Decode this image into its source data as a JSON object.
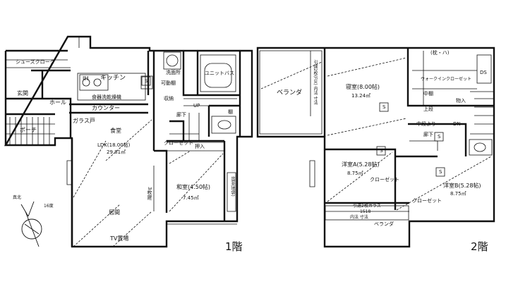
{
  "floor1": {
    "label": "1階",
    "rooms": {
      "shoes_closet": "シューズクローク",
      "entrance": "玄関",
      "hall": "ホール",
      "porch": "ポーチ",
      "kitchen": "キッチン",
      "ih": "IH",
      "range_hood": "食器洗乾燥機",
      "counter": "カウンター",
      "glass_door": "ガラス戸",
      "dining": "食堂",
      "ldk": "LDK(18.00帖)",
      "ldk_area": "29.81㎡",
      "closet": "クローゼット",
      "living": "居間",
      "tv": "TV置場",
      "japanese": "和室(4.50帖)",
      "japanese_area": "7.45㎡",
      "oshiire": "押入",
      "three_sliding": "3枚建",
      "washroom": "洗面所",
      "washer": "可動棚",
      "storage": "収納",
      "unit_bath": "ユニットバス",
      "corridor": "廊下",
      "up": "UP",
      "stairs_small": "棚",
      "japanese_side": "出窓(地袋)"
    },
    "compass": {
      "north": "真北",
      "deg": "16度"
    }
  },
  "floor2": {
    "label": "2階",
    "rooms": {
      "veranda": "ベランダ",
      "veranda_note": "引違2枚(FIX) 内法 寸法",
      "master": "寝室(8.00帖)",
      "master_area": "13.24㎡",
      "walkin": "ウォークインクローゼット",
      "fb": "(枕・ハ)",
      "ds": "DS",
      "shelf_mid": "中棚",
      "shelf_top": "上段",
      "storage": "物入",
      "landing": "中段より",
      "dn": "DN",
      "corridor": "廊下",
      "western_a": "洋室A(5.28帖)",
      "western_a_area": "8.75㎡",
      "closet": "クローゼット",
      "western_b": "洋室B(5.28帖)",
      "western_b_area": "8.75㎡",
      "bottom_note1": "引違2枚ガラス",
      "bottom_note2": "1518",
      "bottom_note3": "内法 寸法",
      "bottom_veranda": "ベランダ"
    }
  },
  "symbols": {
    "s": "S"
  }
}
